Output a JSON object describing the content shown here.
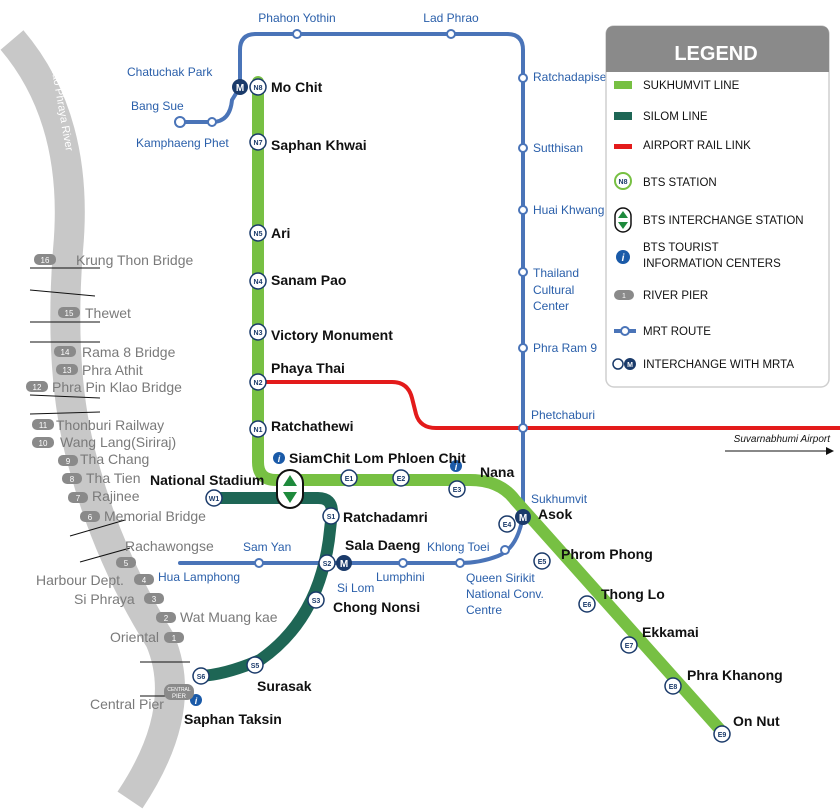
{
  "river": {
    "name": "Chao Phraya River"
  },
  "colors": {
    "sukhumvit": "#77c043",
    "silom": "#1e6655",
    "airport": "#e31b1b",
    "mrt": "#4a74b8",
    "river": "#c8c8c8",
    "pier": "#8a8a8a",
    "legend_header": "#8a8a8a"
  },
  "stations": {
    "mo_chit": {
      "name": "Mo Chit",
      "code": "N8"
    },
    "saphan_khwai": {
      "name": "Saphan Khwai",
      "code": "N7"
    },
    "ari": {
      "name": "Ari",
      "code": "N5"
    },
    "sanam_pao": {
      "name": "Sanam Pao",
      "code": "N4"
    },
    "victory": {
      "name": "Victory Monument",
      "code": "N3"
    },
    "phaya_thai": {
      "name": "Phaya Thai",
      "code": "N2"
    },
    "ratchathewi": {
      "name": "Ratchathewi",
      "code": "N1"
    },
    "siam": {
      "name": "Siam"
    },
    "chit_lom": {
      "name": "Chit Lom",
      "code": "E1"
    },
    "phloen_chit": {
      "name": "Phloen Chit",
      "code": "E2"
    },
    "nana": {
      "name": "Nana",
      "code": "E3"
    },
    "asok": {
      "name": "Asok",
      "code": "E4"
    },
    "phrom_phong": {
      "name": "Phrom Phong",
      "code": "E5"
    },
    "thong_lo": {
      "name": "Thong Lo",
      "code": "E6"
    },
    "ekkamai": {
      "name": "Ekkamai",
      "code": "E7"
    },
    "phra_khanong": {
      "name": "Phra Khanong",
      "code": "E8"
    },
    "on_nut": {
      "name": "On Nut",
      "code": "E9"
    },
    "national_stadium": {
      "name": "National Stadium",
      "code": "W1"
    },
    "ratchadamri": {
      "name": "Ratchadamri",
      "code": "S1"
    },
    "sala_daeng": {
      "name": "Sala Daeng",
      "code": "S2"
    },
    "chong_nonsi": {
      "name": "Chong Nonsi",
      "code": "S3"
    },
    "surasak": {
      "name": "Surasak",
      "code": "S5"
    },
    "saphan_taksin": {
      "name": "Saphan Taksin",
      "code": "S6"
    }
  },
  "mrt_stations": {
    "phahon_yothin": "Phahon Yothin",
    "lad_phrao": "Lad Phrao",
    "chatuchak_park": "Chatuchak Park",
    "bang_sue": "Bang Sue",
    "kamphaeng_phet": "Kamphaeng Phet",
    "ratchadapisek": "Ratchadapisek",
    "sutthisan": "Sutthisan",
    "huai_khwang": "Huai Khwang",
    "thailand_cultural_1": "Thailand",
    "thailand_cultural_2": "Cultural",
    "thailand_cultural_3": "Center",
    "phra_ram_9": "Phra Ram 9",
    "phetchaburi": "Phetchaburi",
    "sukhumvit": "Sukhumvit",
    "khlong_toei": "Khlong Toei",
    "queen_sirikit_1": "Queen Sirikit",
    "queen_sirikit_2": "National Conv.",
    "queen_sirikit_3": "Centre",
    "lumphini": "Lumphini",
    "si_lom": "Si Lom",
    "sam_yan": "Sam Yan",
    "hua_lamphong": "Hua Lamphong"
  },
  "airport": {
    "destination": "Suvarnabhumi Airport"
  },
  "piers": [
    {
      "num": "16",
      "name": "Krung Thon Bridge"
    },
    {
      "num": "15",
      "name": "Thewet"
    },
    {
      "num": "14",
      "name": "Rama 8 Bridge"
    },
    {
      "num": "13",
      "name": "Phra Athit"
    },
    {
      "num": "12",
      "name": "Phra Pin Klao Bridge"
    },
    {
      "num": "11",
      "name": "Thonburi Railway"
    },
    {
      "num": "10",
      "name": "Wang Lang(Siriraj)"
    },
    {
      "num": "9",
      "name": "Tha Chang"
    },
    {
      "num": "8",
      "name": "Tha Tien"
    },
    {
      "num": "7",
      "name": "Rajinee"
    },
    {
      "num": "6",
      "name": "Memorial Bridge"
    },
    {
      "num": "5",
      "name": "Rachawongse"
    },
    {
      "num": "4",
      "name": "Harbour Dept."
    },
    {
      "num": "3",
      "name": "Si Phraya"
    },
    {
      "num": "2",
      "name": "Wat Muang kae"
    },
    {
      "num": "1",
      "name": "Oriental"
    }
  ],
  "central_pier": {
    "name": "Central Pier",
    "badge_1": "CENTRAL",
    "badge_2": "PIER"
  },
  "legend": {
    "title": "LEGEND",
    "sukhumvit": "SUKHUMVIT LINE",
    "silom": "SILOM LINE",
    "airport": "AIRPORT RAIL LINK",
    "bts_station": "BTS STATION",
    "bts_station_code": "N8",
    "interchange": "BTS INTERCHANGE STATION",
    "tourist_1": "BTS TOURIST",
    "tourist_2": "INFORMATION CENTERS",
    "river_pier": "RIVER PIER",
    "river_pier_num": "1",
    "mrt_route": "MRT  ROUTE",
    "mrta": "INTERCHANGE WITH MRTA"
  }
}
